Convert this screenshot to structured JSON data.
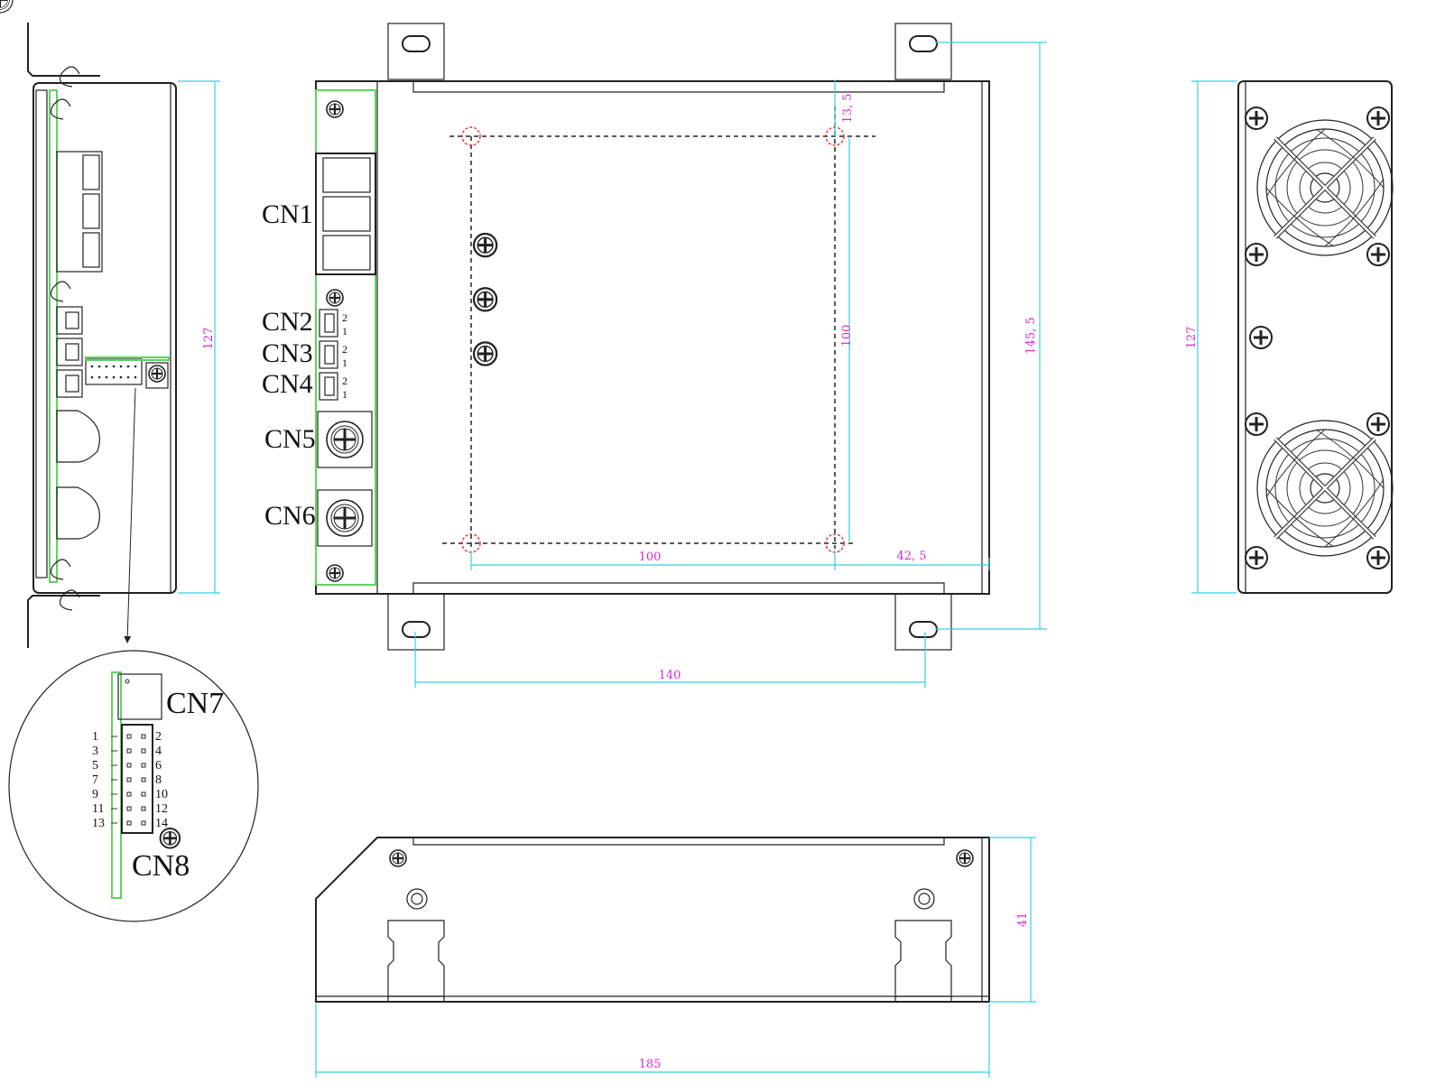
{
  "connectors": {
    "cn1": "CN1",
    "cn2": "CN2",
    "cn3": "CN3",
    "cn4": "CN4",
    "cn5": "CN5",
    "cn6": "CN6",
    "cn7": "CN7",
    "cn8": "CN8"
  },
  "dimensions": {
    "side_height": "127",
    "mount_top_offset": "13, 5",
    "mount_vertical": "100",
    "mount_horizontal": "100",
    "right_offset": "42, 5",
    "total_height": "145, 5",
    "foot_spacing": "140",
    "fan_height": "127",
    "bottom_height": "41",
    "bottom_length": "185"
  },
  "pins": {
    "cn2_top": "2",
    "cn2_bottom": "1",
    "cn3_top": "2",
    "cn3_bottom": "1",
    "cn4_top": "2",
    "cn4_bottom": "1",
    "cn8_odd": [
      "1",
      "3",
      "5",
      "7",
      "9",
      "11",
      "13"
    ],
    "cn8_even": [
      "2",
      "4",
      "6",
      "8",
      "10",
      "12",
      "14"
    ]
  },
  "colors": {
    "dimension_line": "#35d0e0",
    "dimension_text": "#d42ad4",
    "pcb_outline": "#5fd35f",
    "mount_hole_marker": "#e53030"
  }
}
